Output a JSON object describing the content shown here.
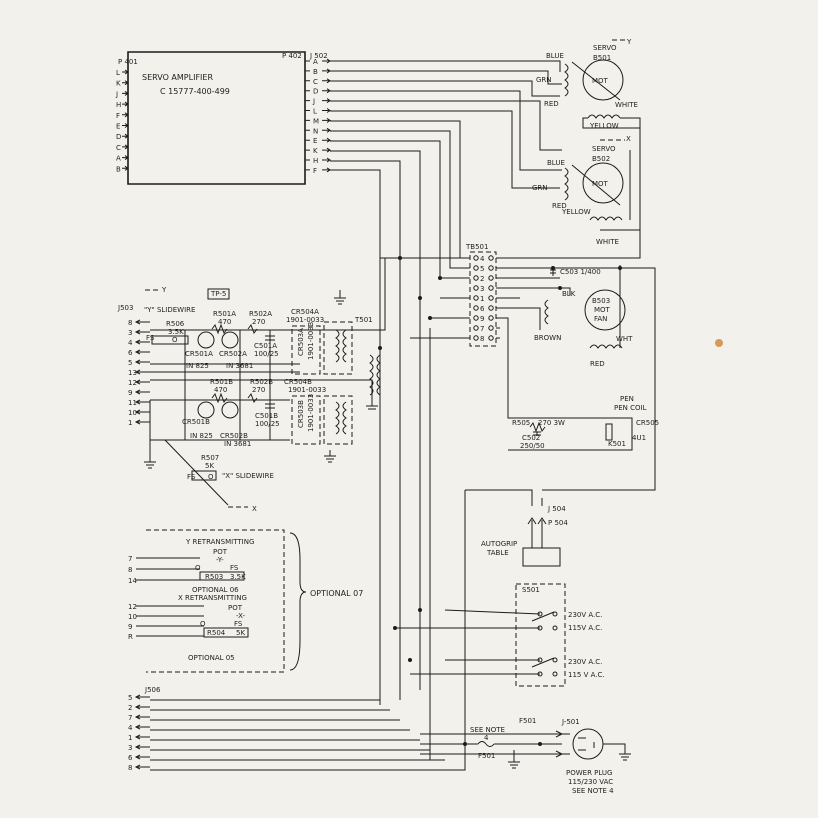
{
  "p401": {
    "ref": "P 401",
    "pins": [
      "L",
      "K",
      "J",
      "H",
      "F",
      "E",
      "D",
      "C",
      "A",
      "B"
    ]
  },
  "amp": {
    "title": "SERVO AMPLIFIER",
    "part": "C 15777-400-499"
  },
  "p402": {
    "ref": "P 402",
    "j502": "J 502",
    "pins": [
      "A",
      "B",
      "C",
      "D",
      "J",
      "L",
      "M",
      "N",
      "E",
      "K",
      "H",
      "F"
    ]
  },
  "servo_y": {
    "axis": "Y",
    "name": "SERVO",
    "ref": "B501",
    "mot": "MOT",
    "blue": "BLUE",
    "grn": "GRN",
    "red": "RED",
    "white": "WHITE",
    "yellow": "YELLOW"
  },
  "servo_x": {
    "axis": "X",
    "name": "SERVO",
    "ref": "B502",
    "mot": "MOT",
    "blue": "BLUE",
    "grn": "GRN",
    "red": "RED",
    "yellow": "YELLOW",
    "white": "WHITE"
  },
  "fan": {
    "ref": "B503",
    "mot": "MOT",
    "fan": "FAN",
    "blk": "BLK",
    "brown": "BROWN",
    "wht": "WHT",
    "red": "RED",
    "cap": "C503 1/400"
  },
  "tb501": {
    "ref": "TB501",
    "terminals": [
      "4",
      "5",
      "2",
      "3",
      "1",
      "6",
      "9",
      "7",
      "8"
    ]
  },
  "j503": {
    "ref": "J503",
    "y": "Y",
    "y_slidewire": "\"Y\" SLIDEWIRE",
    "tp": "TP-5",
    "r506": "R506",
    "r506v": "3.5K",
    "fs": "FS",
    "o": "O",
    "pins": [
      "8",
      "3",
      "4",
      "6",
      "5",
      "13",
      "12",
      "9",
      "11",
      "10",
      "1"
    ]
  },
  "amp_parts": {
    "r501a": "R501A",
    "r501a_v": "470",
    "r502a": "R502A",
    "r502a_v": "270",
    "cr504a": "CR504A",
    "cr504a_v": "1901-0033",
    "cr501a": "CR501A",
    "cr502a": "CR502A",
    "in825": "IN 825",
    "in3681": "IN 3681",
    "c501a": "C501A",
    "c501a_v": "100/25",
    "r501b": "R501B",
    "r501b_v": "470",
    "r502b": "R502B",
    "r502b_v": "270",
    "cr504b": "CR504B",
    "cr504b_v": "1901-0033",
    "cr501b": "CR501B",
    "in825b": "IN 825",
    "cr502b": "CR502B",
    "in3681b": "IN 3681",
    "c501b": "C501B",
    "c501b_v": "100/25",
    "t501": "T501",
    "cr503a": "CR503A",
    "cr503b": "CR503B",
    "cr_v": "1901-0033"
  },
  "r507": {
    "ref": "R507",
    "val": "5K",
    "fs": "FS",
    "o": "O",
    "label": "\"X\" SLIDEWIRE",
    "x": "X"
  },
  "retrans": {
    "y_title": "Y RETRANSMITTING",
    "pot": "POT",
    "y_mark": "-Y-",
    "o": "O",
    "fs": "FS",
    "r503": "R503",
    "r503v": "3.5K",
    "opt06": "OPTIONAL 06",
    "x_title": "X RETRANSMITTING",
    "x_mark": "-X-",
    "r504": "R504",
    "r504v": "5K",
    "opt05": "OPTIONAL 05",
    "opt07": "OPTIONAL 07",
    "y_pins": [
      "7",
      "8",
      "14"
    ],
    "x_pins": [
      "12",
      "10",
      "9",
      "R"
    ]
  },
  "pen": {
    "r505": "R505",
    "r505v": "270  3W",
    "c502": "C502",
    "c502v": "250/50",
    "coil": "PEN COIL",
    "k501": "K501",
    "cr505": "CR505",
    "cr505v": "4U1"
  },
  "autogrip": {
    "j504": "J 504",
    "p504": "P 504",
    "label1": "AUTOGRIP",
    "label2": "TABLE"
  },
  "s501": {
    "ref": "S501",
    "v1": "230V A.C.",
    "v2": "115V A.C.",
    "v3": "230V A.C.",
    "v4": "115 V A.C."
  },
  "j506": {
    "ref": "J506",
    "pins": [
      "5",
      "2",
      "7",
      "4",
      "1",
      "3",
      "6",
      "8"
    ]
  },
  "power": {
    "see_note": "SEE NOTE",
    "note_num": "4",
    "f501": "F501",
    "f501b": "F501",
    "j501": "J-501",
    "plug": "POWER PLUG",
    "volt": "115/230 VAC",
    "note": "SEE NOTE 4"
  }
}
